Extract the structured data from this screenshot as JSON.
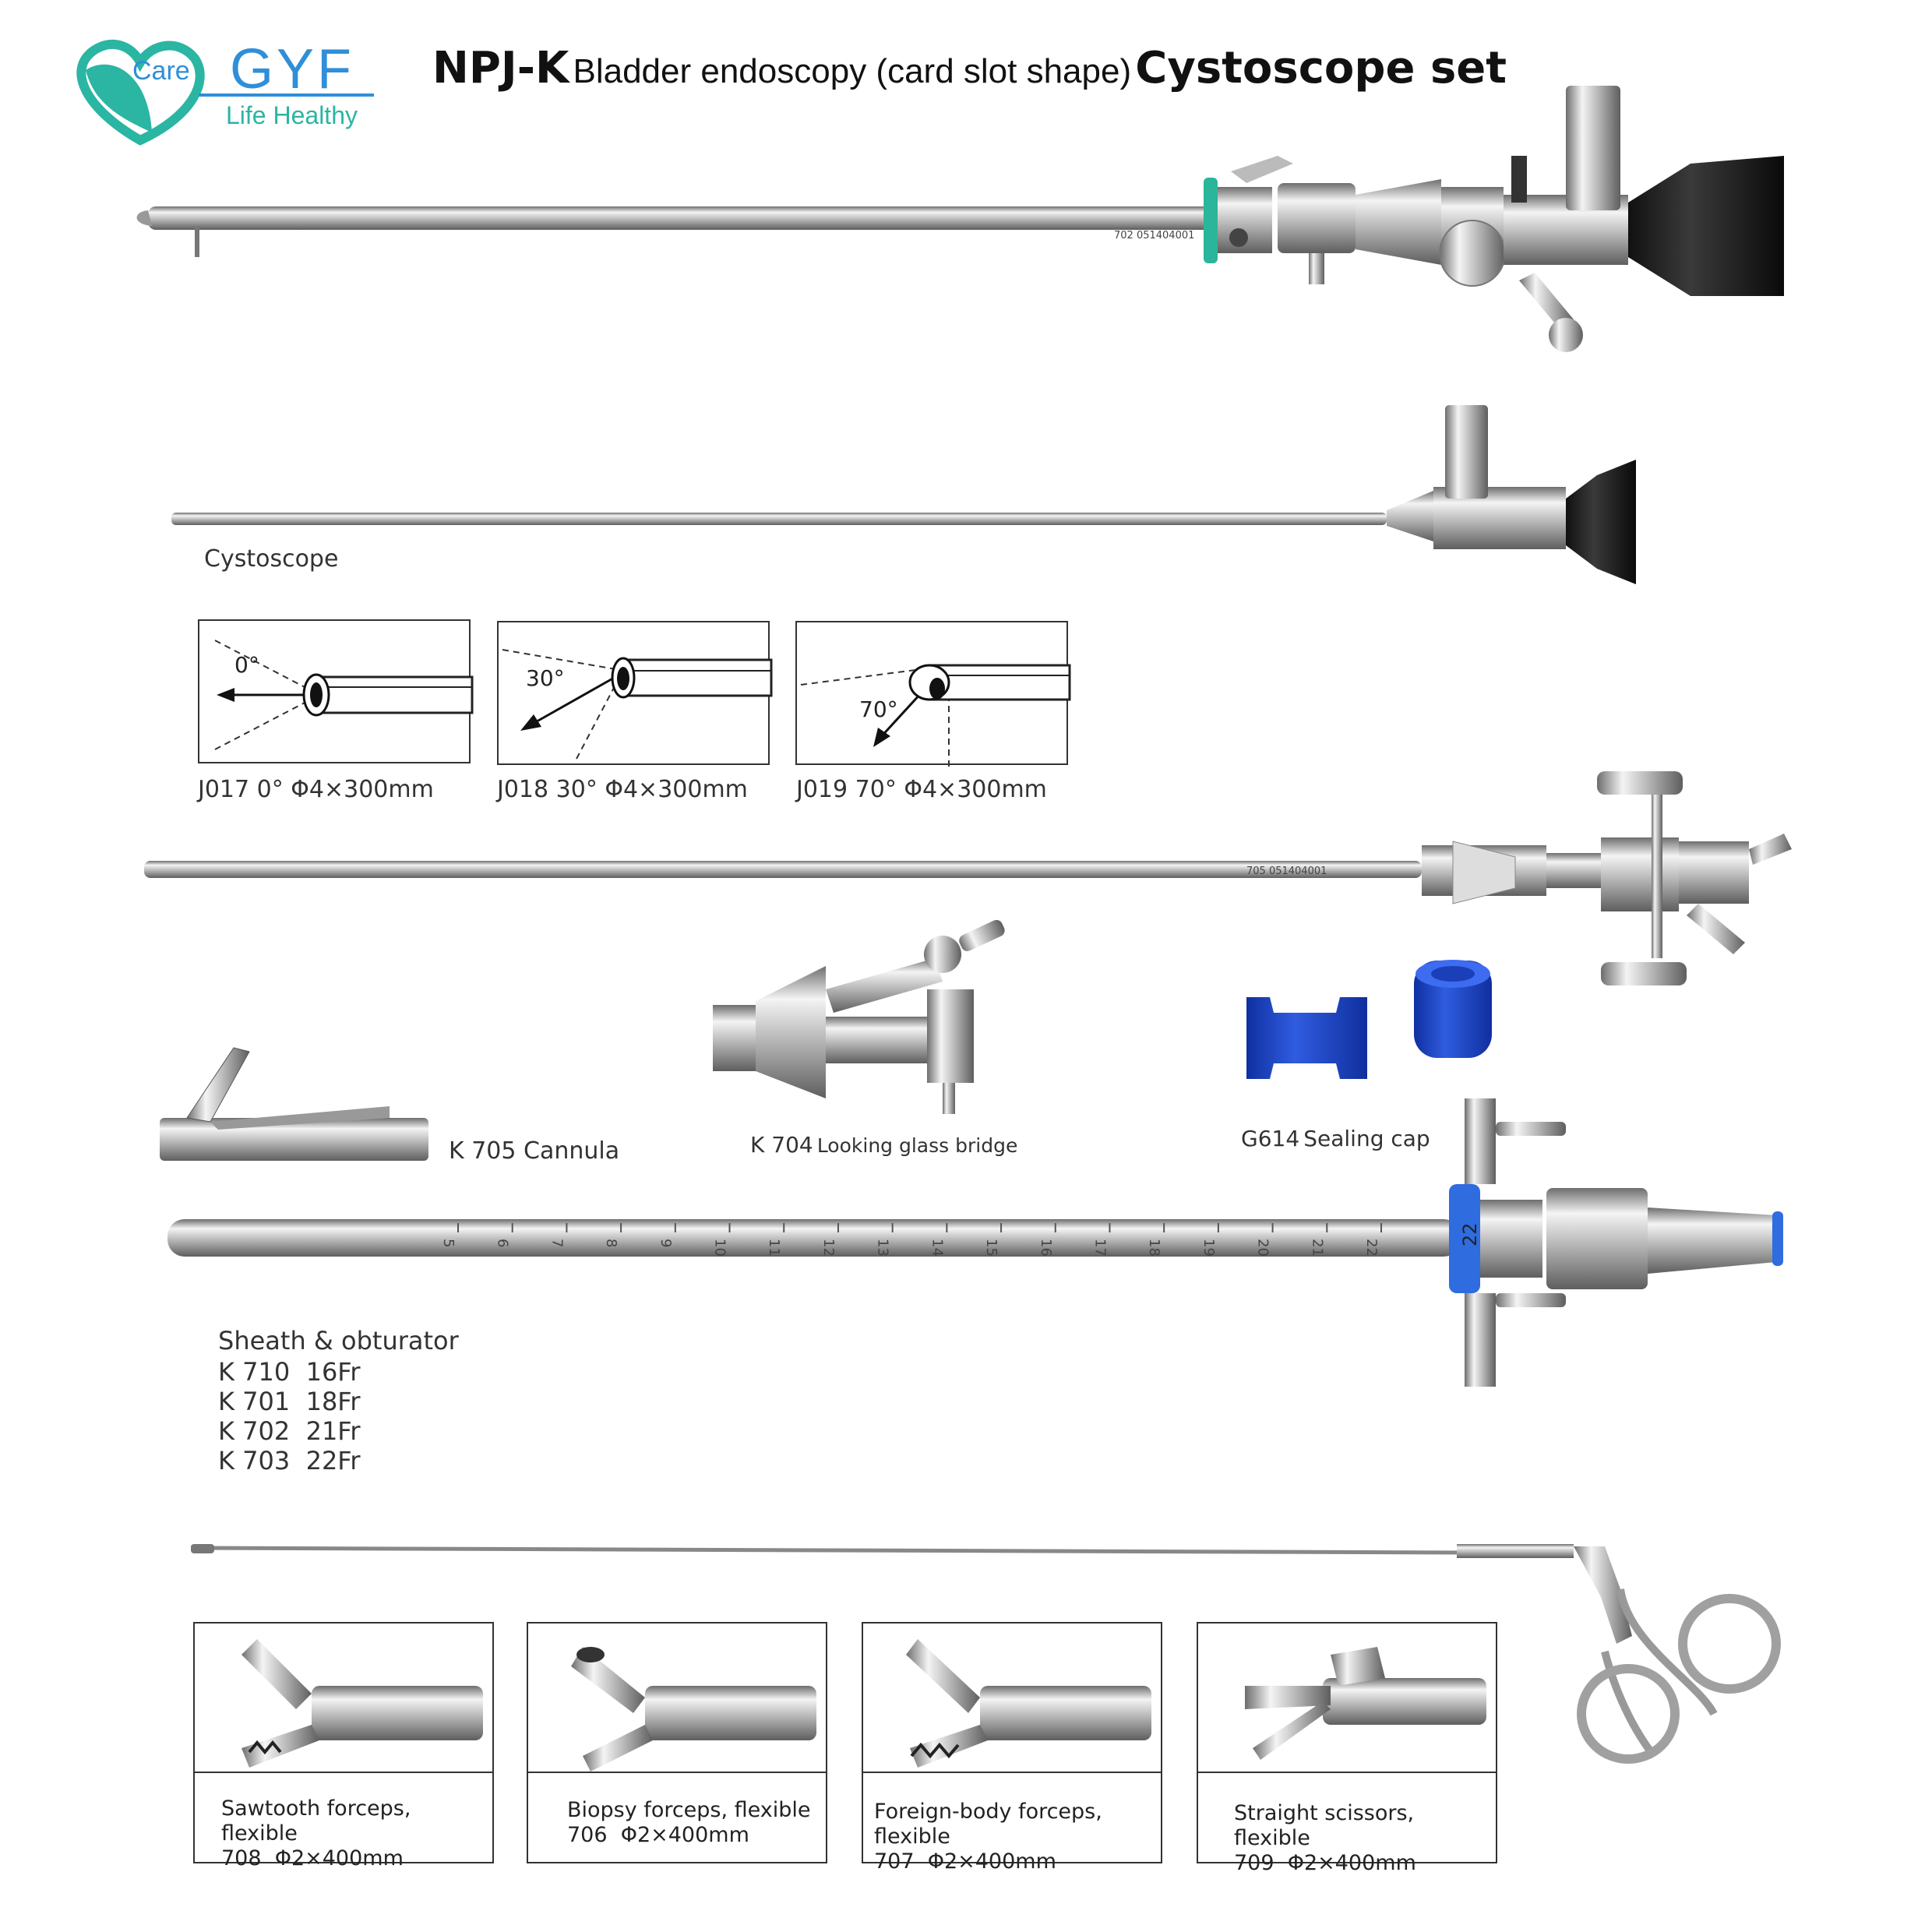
{
  "brand": {
    "care": "Care",
    "name": "GYF",
    "tagline": "Life Healthy",
    "colors": {
      "teal": "#2bb5a3",
      "blue": "#2f8fd8"
    }
  },
  "title": {
    "model": "NPJ-K",
    "desc": "Bladder endoscopy (card slot shape)",
    "set": "Cystoscope set"
  },
  "telescope": {
    "label": "Cystoscope",
    "angles": [
      {
        "angle": "0°",
        "caption": "J017 0° Φ4×300mm"
      },
      {
        "angle": "30°",
        "caption": "J018 30° Φ4×300mm"
      },
      {
        "angle": "70°",
        "caption": "J019 70° Φ4×300mm"
      }
    ]
  },
  "engravings": {
    "assembled_code": "702   051404001",
    "bridge_code": "705   051404001",
    "sheath_size": "22",
    "sheath_marks": [
      "5",
      "6",
      "7",
      "8",
      "9",
      "10",
      "11",
      "12",
      "13",
      "14",
      "15",
      "16",
      "17",
      "18",
      "19",
      "20",
      "21",
      "22"
    ]
  },
  "parts": {
    "cannula": "K 705  Cannula",
    "bridge_code": "K 704",
    "bridge_name": "Looking glass bridge",
    "cap_code": "G614",
    "cap_name": "Sealing cap",
    "cap_color": "#1a46c9"
  },
  "sheath": {
    "title": "Sheath & obturator",
    "models": [
      "K 710  16Fr",
      "K 701  18Fr",
      "K 702  21Fr",
      "K 703  22Fr"
    ]
  },
  "forceps": [
    {
      "name": "Sawtooth forceps, flexible",
      "spec": "708  Φ2×400mm"
    },
    {
      "name": "Biopsy forceps, flexible",
      "spec": "706  Φ2×400mm"
    },
    {
      "name": "Foreign-body forceps, flexible",
      "spec": "707  Φ2×400mm"
    },
    {
      "name": "Straight scissors, flexible",
      "spec": "709  Φ2×400mm"
    }
  ]
}
